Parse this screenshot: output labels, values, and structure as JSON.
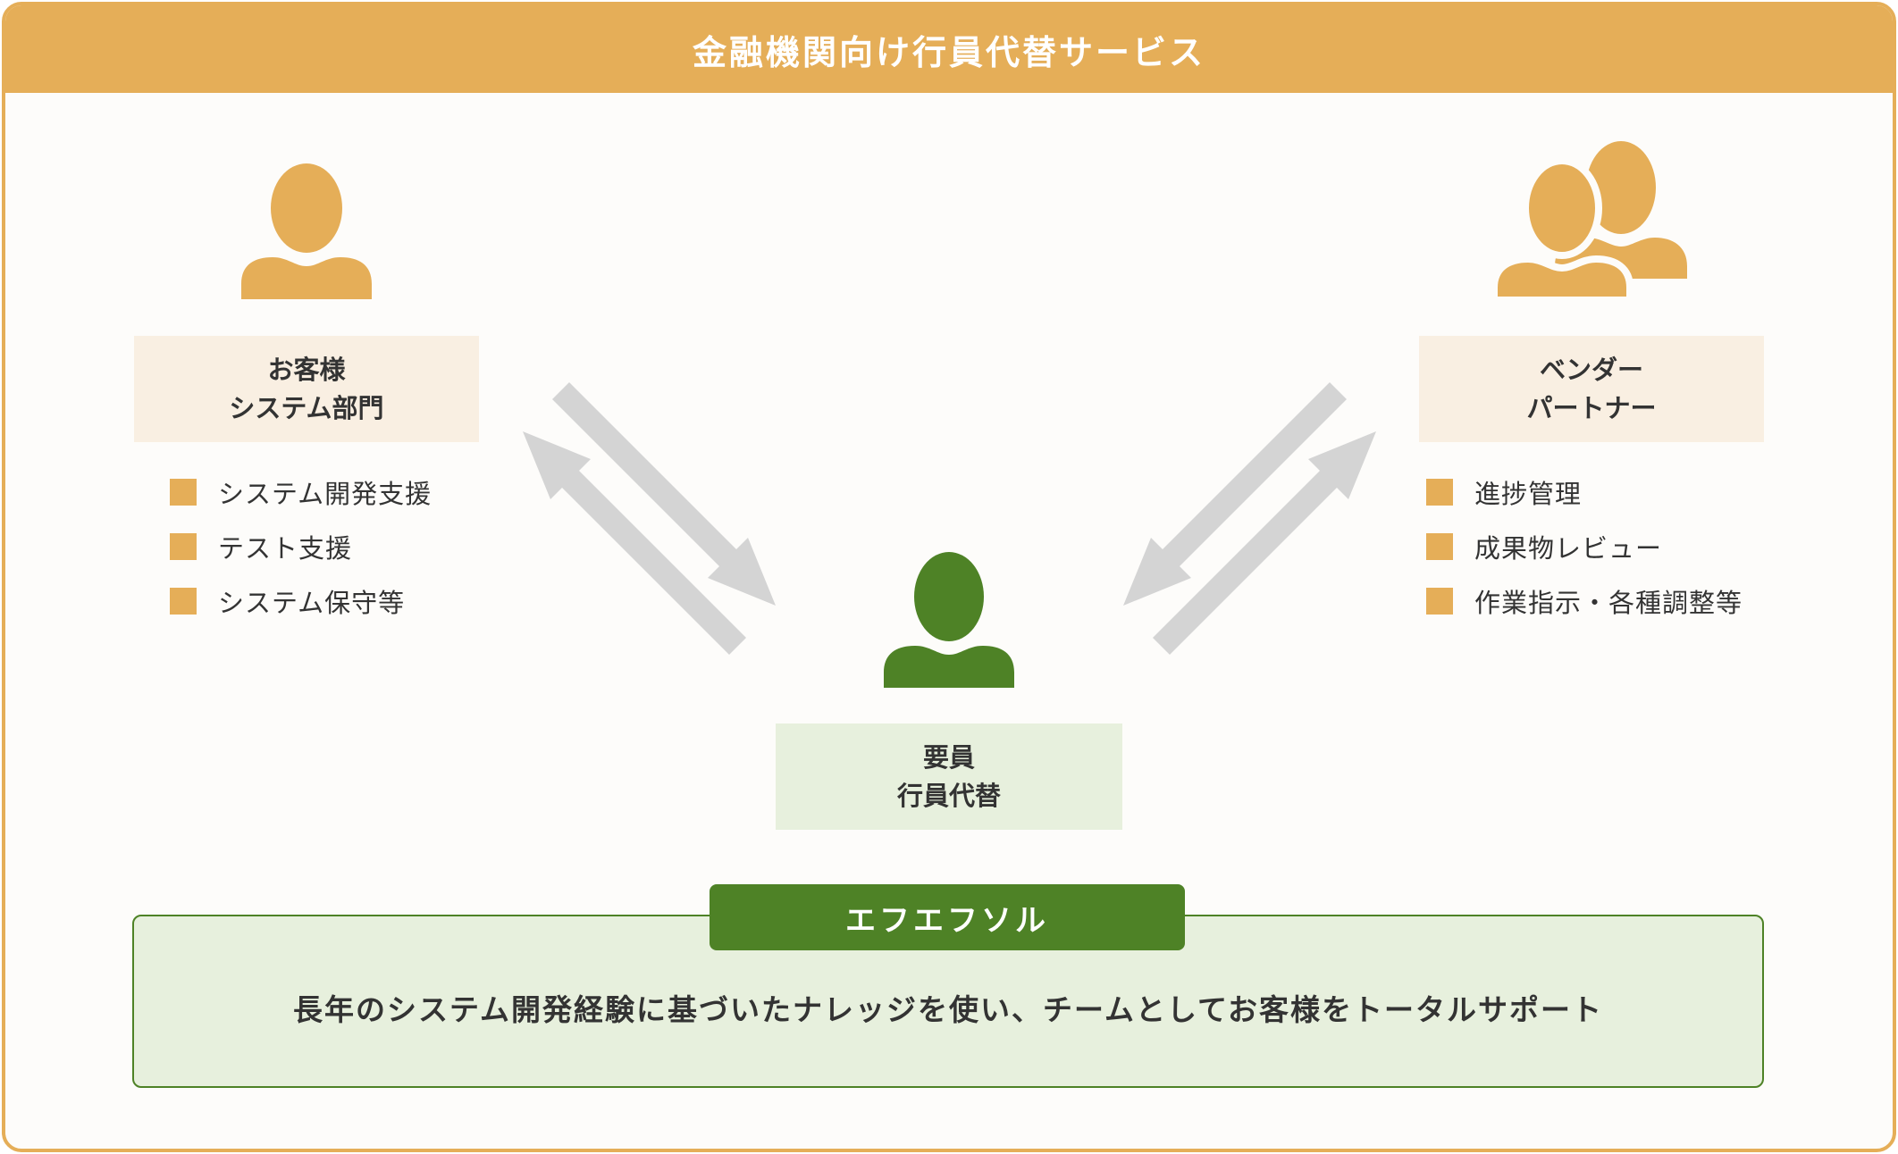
{
  "title": "金融機関向け行員代替サービス",
  "customer": {
    "line1": "お客様",
    "line2": "システム部門",
    "tasks": [
      "システム開発支援",
      "テスト支援",
      "システム保守等"
    ]
  },
  "vendor": {
    "line1": "ベンダー",
    "line2": "パートナー",
    "tasks": [
      "進捗管理",
      "成果物レビュー",
      "作業指示・各種調整等"
    ]
  },
  "staff": {
    "line1": "要員",
    "line2": "行員代替"
  },
  "team": {
    "name": "エフエフソル",
    "description": "長年のシステム開発経験に基づいたナレッジを使い、チームとしてお客様をトータルサポート"
  },
  "colors": {
    "accent": "#e5ae58",
    "green": "#4e8226",
    "tan_box": "#f9efe2",
    "green_box": "#e7f0dd",
    "arrow": "#d4d4d4"
  },
  "icons": {
    "customer": "person-icon",
    "vendor": "people-group-icon",
    "staff": "person-icon"
  }
}
